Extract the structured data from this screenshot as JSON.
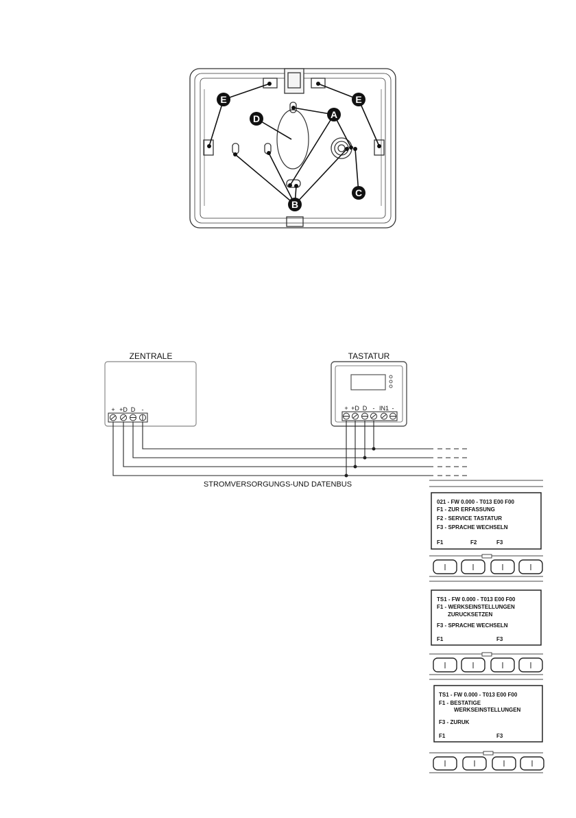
{
  "mounting": {
    "callouts": [
      "A",
      "B",
      "C",
      "D",
      "E"
    ]
  },
  "wiring": {
    "panel_label": "ZENTRALE",
    "keypad_label": "TASTATUR",
    "panel_terminals": [
      "+",
      "+D",
      "D",
      "-"
    ],
    "keypad_terminals": [
      "+",
      "+D",
      "D",
      "-",
      "IN1",
      "-"
    ],
    "bus_label": "STROMVERSORGUNGS-UND DATENBUS"
  },
  "screens": [
    {
      "header": "021 - FW  0.000 - T013  E00   F00",
      "lines": [
        "F1  -  ZUR ERFASSUNG",
        "F2  -  SERVICE TASTATUR",
        "F3  -  SPRACHE WECHSELN"
      ],
      "footer": [
        "F1",
        "F2",
        "F3"
      ]
    },
    {
      "header": "TS1 - FW  0.000 - T013  E00   F00",
      "lines": [
        "F1  -  WERKSEINSTELLUNGEN",
        "ZURUCKSETZEN",
        "F3  - SPRACHE WECHSELN"
      ],
      "footer": [
        "F1",
        "",
        "F3"
      ]
    },
    {
      "header": "TS1 - FW  0.000 - T013  E00   F00",
      "lines": [
        "F1  -  BESTATIGE",
        "WERKSEINSTELLUNGEN",
        "F3  -  ZURUK"
      ],
      "footer": [
        "F1",
        "",
        "F3"
      ]
    }
  ]
}
